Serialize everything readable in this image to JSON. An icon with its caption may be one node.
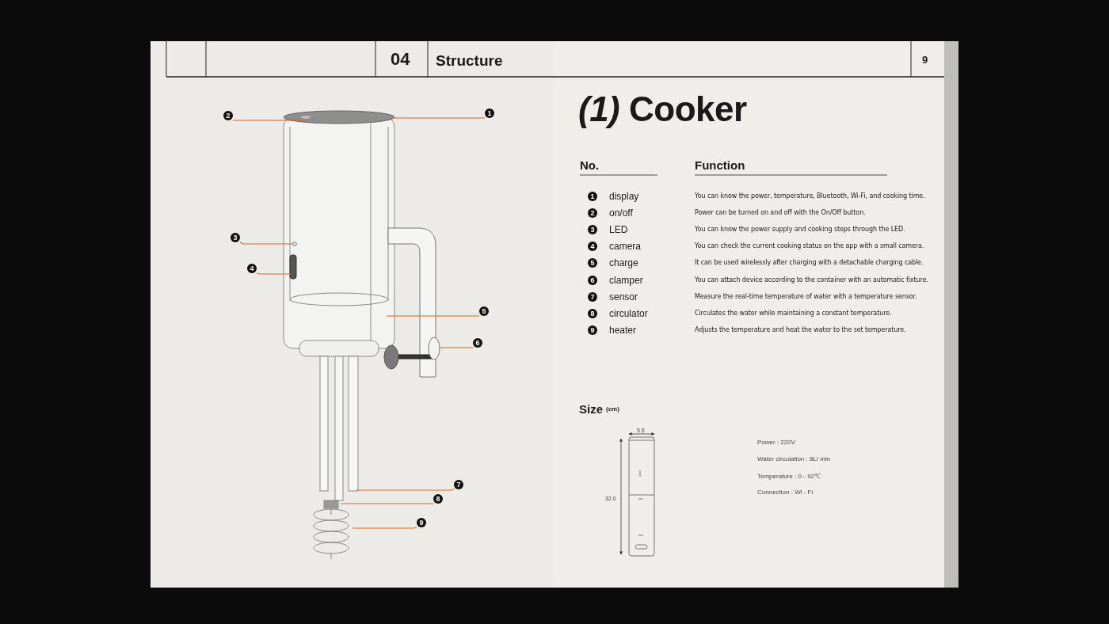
{
  "diagram": {
    "title": "*(1)* Cooker",
    "nodes": [
      {
        "text": [
          "1"
        ]
      },
      {
        "text": [
          "2"
        ]
      },
      {
        "text": [
          "3"
        ]
      },
      {
        "text": [
          "4"
        ]
      },
      {
        "text": [
          "5"
        ]
      },
      {
        "text": [
          "6"
        ]
      },
      {
        "text": [
          "7"
        ]
      },
      {
        "text": [
          "8"
        ]
      },
      {
        "text": [
          "9"
        ]
      }
    ],
    "edges": [
      {
        "from": 0,
        "to": null,
        "arrow": "none"
      },
      {
        "from": 1,
        "to": null,
        "arrow": "none"
      },
      {
        "from": 2,
        "to": null,
        "arrow": "none"
      },
      {
        "from": 3,
        "to": null,
        "arrow": "none"
      },
      {
        "from": 4,
        "to": null,
        "arrow": "none"
      },
      {
        "from": 5,
        "to": null,
        "arrow": "none"
      },
      {
        "from": 6,
        "to": null,
        "arrow": "none"
      },
      {
        "from": 7,
        "to": null,
        "arrow": "none"
      },
      {
        "from": 8,
        "to": null,
        "arrow": "none"
      }
    ],
    "labels": [
      "04",
      "Structure",
      "9",
      "No.",
      "Function",
      "1",
      "display",
      "You can know the power, temperature, Bluetooth, Wi-Fi, and cooking time.",
      "2",
      "on/off",
      "Power can be turned on and off with the On/Off button.",
      "3",
      "LED",
      "You can know the power supply and cooking steps through the LED.",
      "4",
      "camera",
      "You can check the current cooking status on the app with a small camera.",
      "5",
      "charge",
      "It can be used wirelessly after charging with a detachable charging cable.",
      "6",
      "clamper",
      "You can attach device according to the container with an automatic fixture.",
      "7",
      "sensor",
      "Measure the real-time temperature of water with a temperature sensor.",
      "8",
      "circulator",
      "Circulates the water while maintaining a constant temperature.",
      "9",
      "heater",
      "Adjusts the temperature and heat the water to the set temperature.",
      "Size",
      "(cm)",
      "5.5",
      "32.0",
      "Power : 220V",
      "Water circulation : 8L/ min",
      "Temperature : 0 - 92℃",
      "Connection : Wi - Fi"
    ]
  }
}
